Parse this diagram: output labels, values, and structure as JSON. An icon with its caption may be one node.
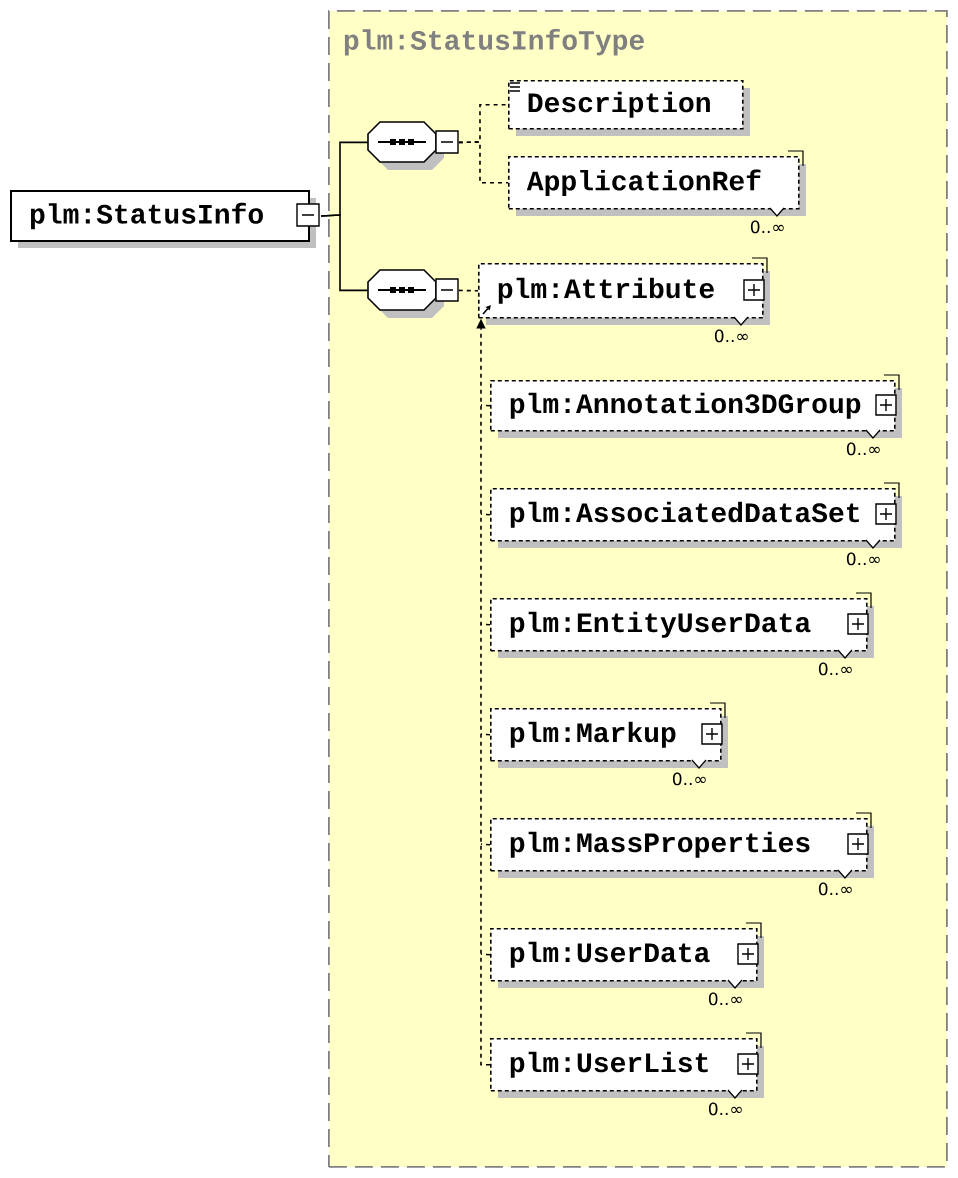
{
  "diagram": {
    "nodes": [
      {
        "text": [
          "plm:StatusInfo"
        ]
      },
      {
        "text": [
          "plm:StatusInfoType"
        ]
      },
      {
        "text": [],
        "shape": "octagon",
        "in": 1
      },
      {
        "text": [
          "Description"
        ],
        "in": 1
      },
      {
        "text": [
          "ApplicationRef"
        ],
        "beside": [
          "0..∞"
        ],
        "in": 1
      },
      {
        "text": [],
        "shape": "octagon",
        "in": 1
      },
      {
        "text": [
          "plm:Attribute"
        ],
        "beside": [
          "0..∞"
        ],
        "in": 1
      },
      {
        "text": [
          "plm:Annotation3DGroup"
        ],
        "beside": [
          "0..∞"
        ],
        "in": 1
      },
      {
        "text": [
          "plm:AssociatedDataSet"
        ],
        "beside": [
          "0..∞"
        ],
        "in": 1
      },
      {
        "text": [
          "plm:EntityUserData"
        ],
        "beside": [
          "0..∞"
        ],
        "in": 1
      },
      {
        "text": [
          "plm:Markup"
        ],
        "beside": [
          "0..∞"
        ],
        "in": 1
      },
      {
        "text": [
          "plm:MassProperties"
        ],
        "beside": [
          "0..∞"
        ],
        "in": 1
      },
      {
        "text": [
          "plm:UserData"
        ],
        "beside": [
          "0..∞"
        ],
        "in": 1
      },
      {
        "text": [
          "plm:UserList"
        ],
        "beside": [
          "0..∞"
        ],
        "in": 1
      }
    ],
    "edges": [
      {
        "from": 0,
        "to": 2,
        "arrow": "none"
      },
      {
        "from": 0,
        "to": 5,
        "arrow": "none"
      },
      {
        "from": 2,
        "to": 3,
        "arrow": "none",
        "style": "dashed"
      },
      {
        "from": 2,
        "to": 4,
        "arrow": "none",
        "style": "dashed"
      },
      {
        "from": 5,
        "to": 6,
        "arrow": "none",
        "style": "dashed"
      },
      {
        "from": 7,
        "to": 6,
        "arrow": "to",
        "style": "dashed"
      },
      {
        "from": 8,
        "to": 6,
        "arrow": "to",
        "style": "dashed"
      },
      {
        "from": 9,
        "to": 6,
        "arrow": "to",
        "style": "dashed"
      },
      {
        "from": 10,
        "to": 6,
        "arrow": "to",
        "style": "dashed"
      },
      {
        "from": 11,
        "to": 6,
        "arrow": "to",
        "style": "dashed"
      },
      {
        "from": 12,
        "to": 6,
        "arrow": "to",
        "style": "dashed"
      },
      {
        "from": 13,
        "to": 6,
        "arrow": "to",
        "style": "dashed"
      }
    ]
  }
}
